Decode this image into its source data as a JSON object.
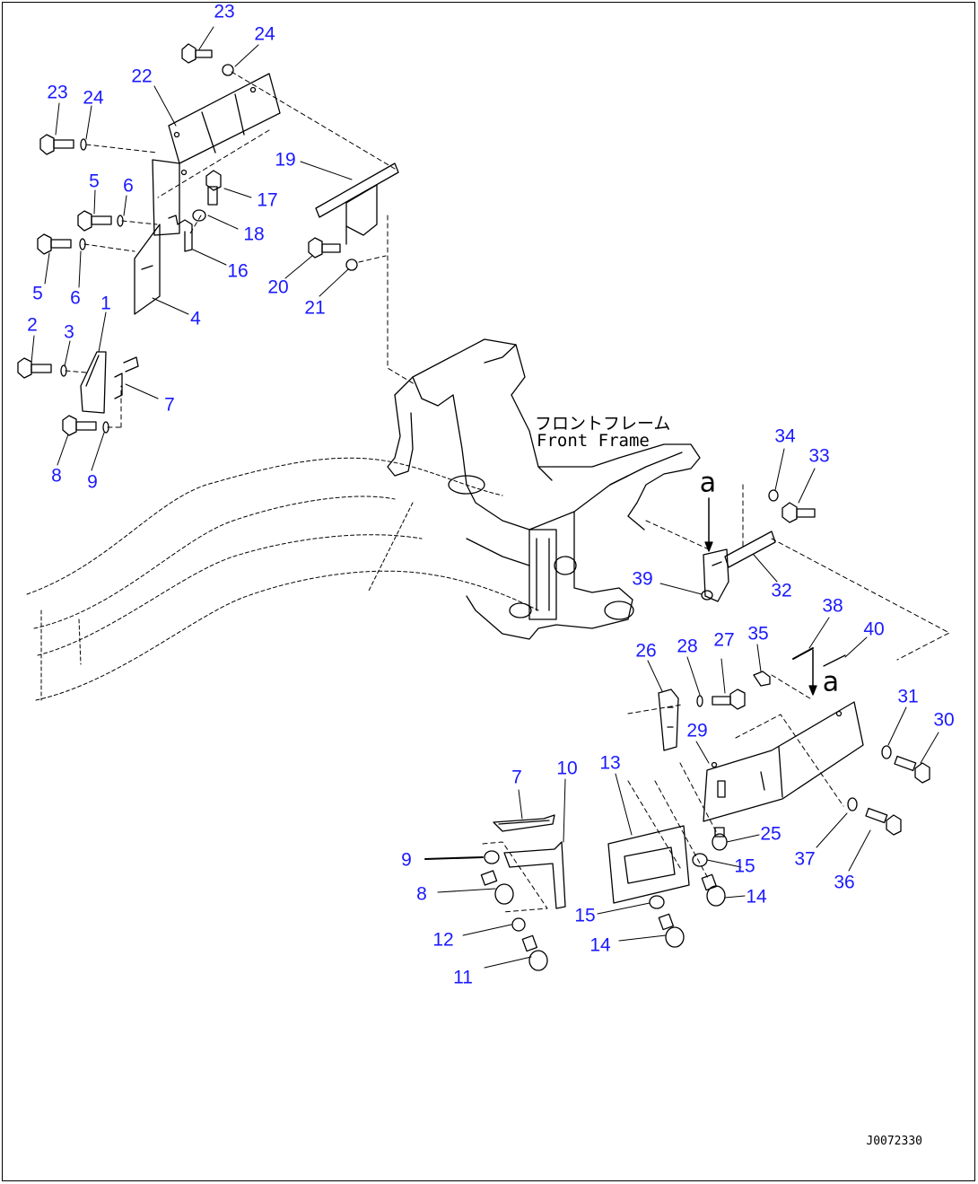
{
  "frame_label_jp": "フロントフレーム",
  "frame_label_en": "Front Frame",
  "view_marker": "a",
  "drawing_code": "J0072330",
  "callouts": [
    "23",
    "24",
    "23",
    "24",
    "22",
    "19",
    "17",
    "18",
    "5",
    "6",
    "16",
    "5",
    "6",
    "20",
    "21",
    "4",
    "1",
    "2",
    "3",
    "7",
    "8",
    "9",
    "34",
    "33",
    "32",
    "39",
    "38",
    "40",
    "26",
    "28",
    "27",
    "35",
    "29",
    "31",
    "30",
    "13",
    "7",
    "10",
    "9",
    "25",
    "8",
    "15",
    "37",
    "36",
    "14",
    "15",
    "12",
    "14",
    "11"
  ],
  "colors": {
    "callout": "#1a1aff",
    "line": "#000000"
  }
}
